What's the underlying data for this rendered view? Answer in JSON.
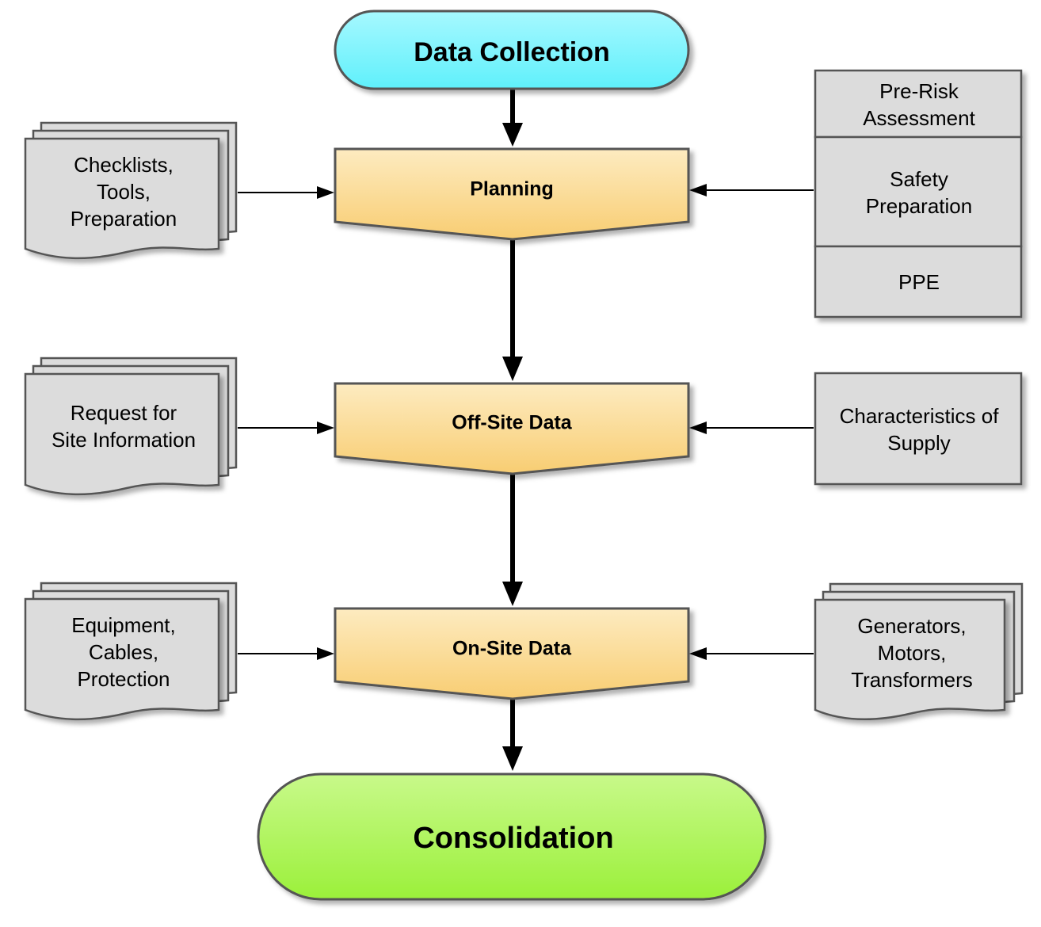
{
  "start": {
    "label": "Data Collection"
  },
  "steps": [
    {
      "label": "Planning"
    },
    {
      "label": "Off-Site Data"
    },
    {
      "label": "On-Site Data"
    }
  ],
  "end": {
    "label": "Consolidation"
  },
  "inputs_left": [
    {
      "lines": [
        "Checklists,",
        "Tools,",
        "Preparation"
      ]
    },
    {
      "lines": [
        "Request for",
        "Site Information"
      ]
    },
    {
      "lines": [
        "Equipment,",
        "Cables,",
        "Protection"
      ]
    }
  ],
  "planning_sidebar": [
    {
      "lines": [
        "Pre-Risk",
        "Assessment"
      ]
    },
    {
      "lines": [
        "Safety",
        "Preparation"
      ]
    },
    {
      "lines": [
        "PPE"
      ]
    }
  ],
  "offsite_input": {
    "lines": [
      "Characteristics of",
      "Supply"
    ]
  },
  "onsite_input": {
    "lines": [
      "Generators,",
      "Motors,",
      "Transformers"
    ]
  },
  "colors": {
    "start_fill": "#7ef3fb",
    "end_fill": "#a9f34d",
    "step_fill": "#fbd88c",
    "doc_fill": "#dcdcdc",
    "stroke": "#555555"
  }
}
